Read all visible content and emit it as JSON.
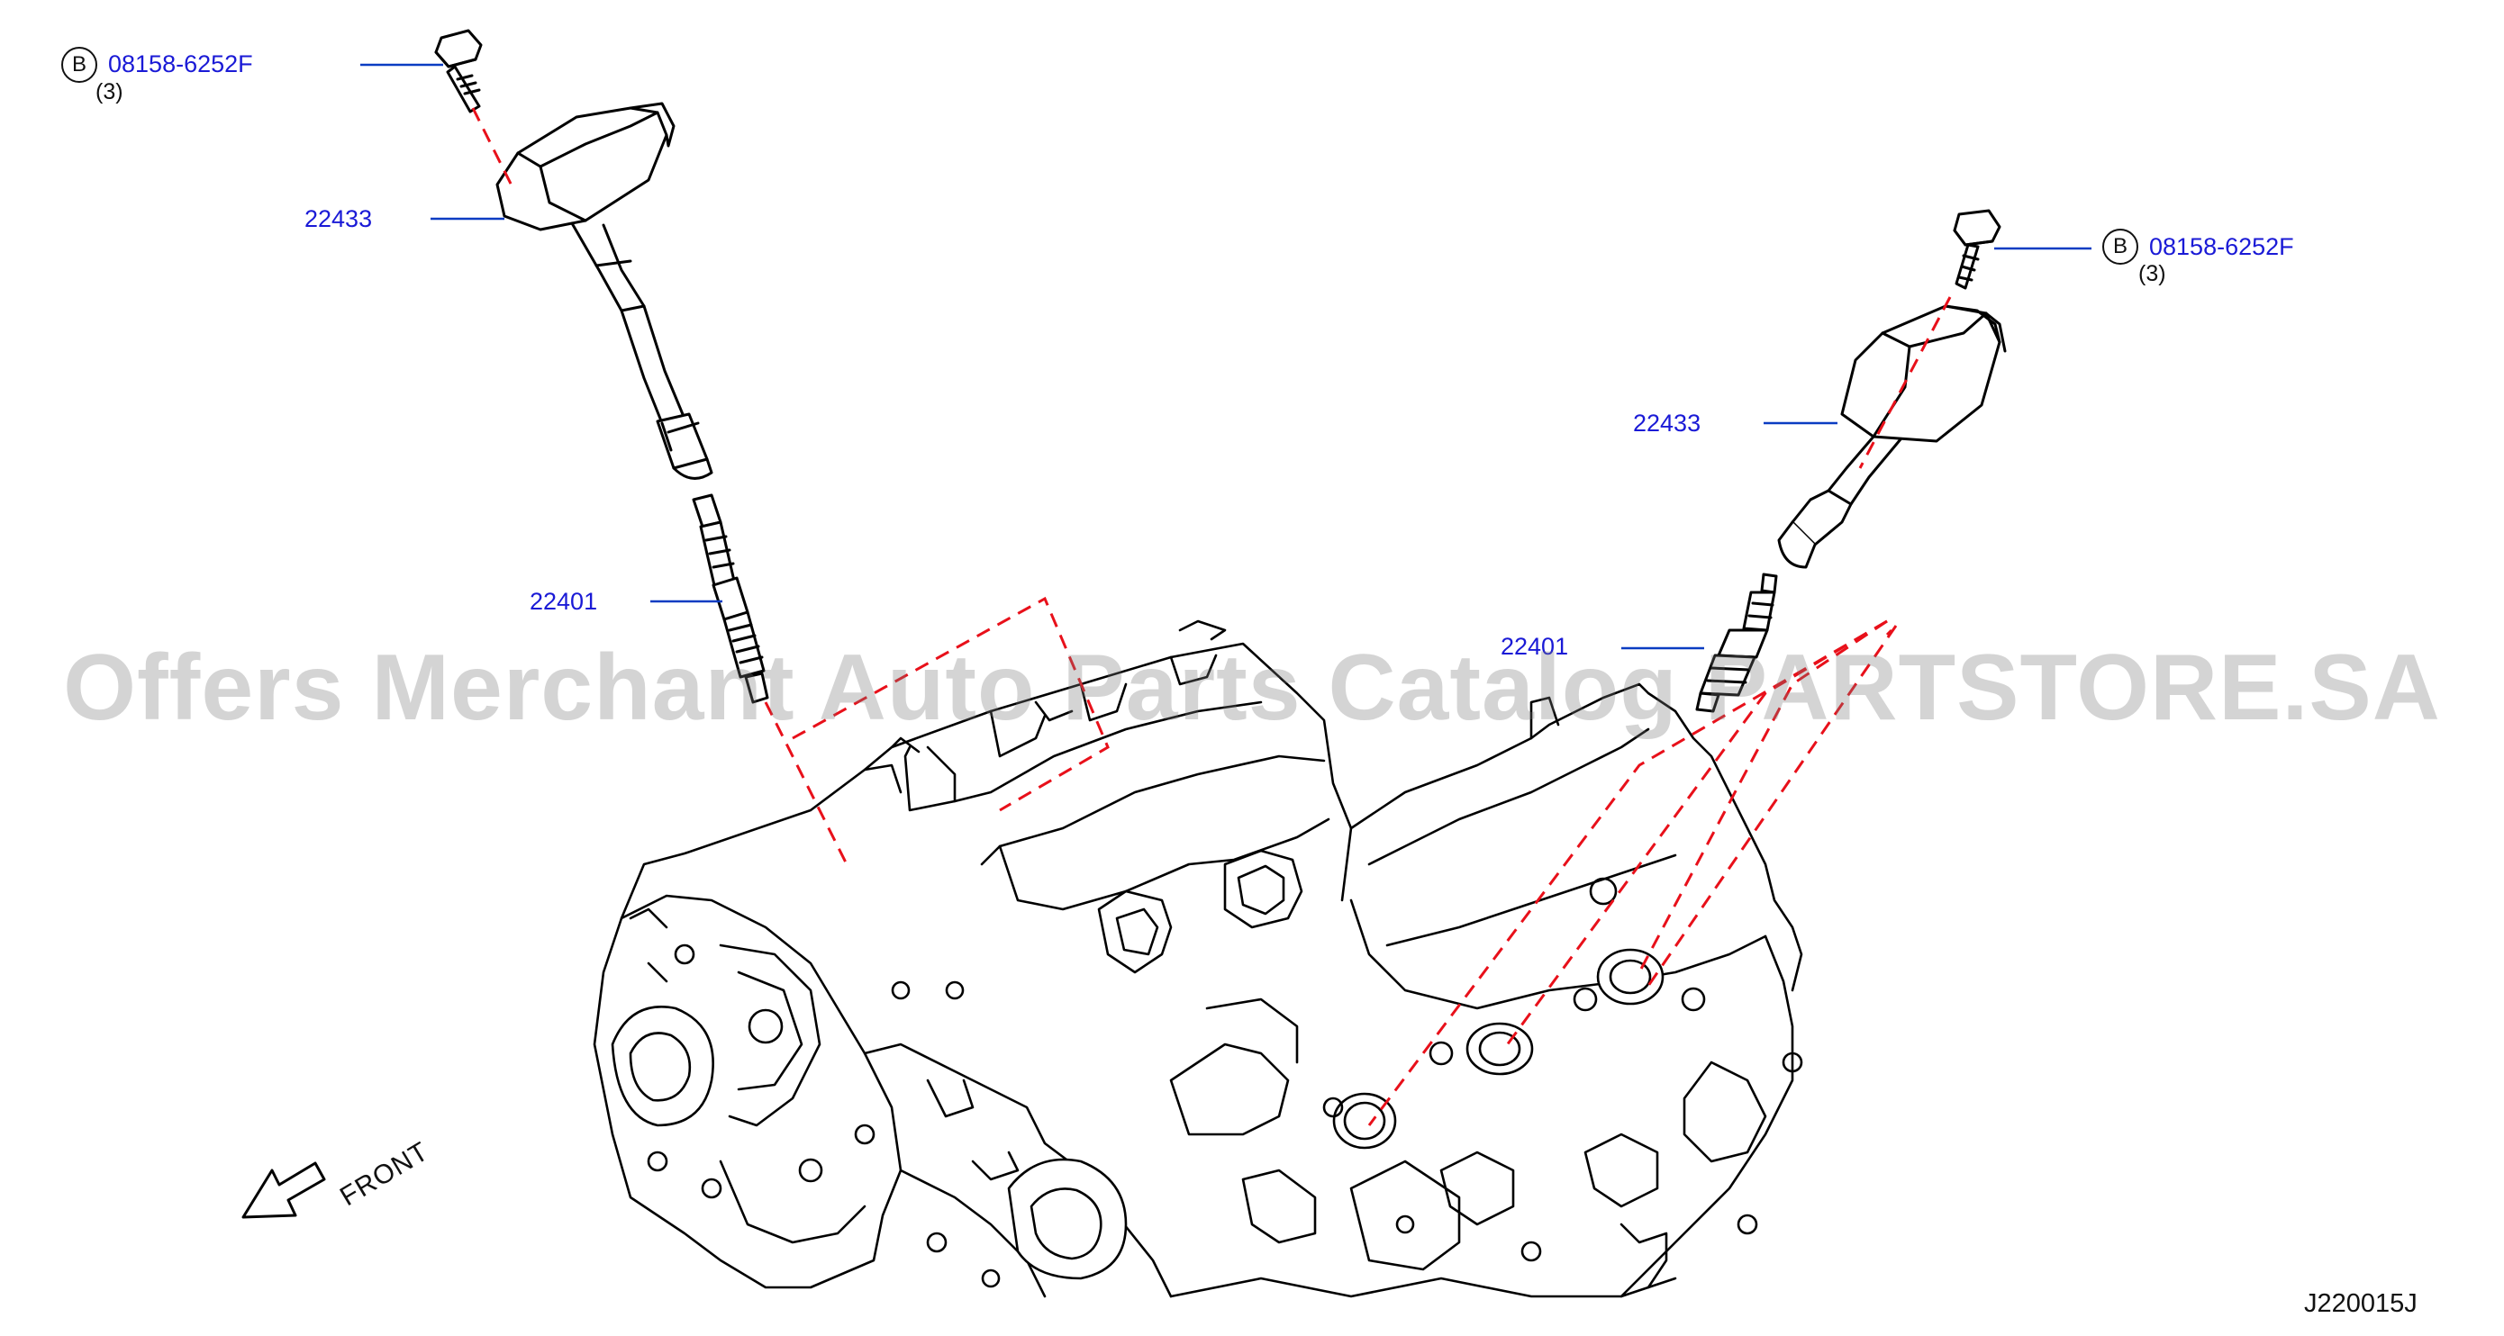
{
  "watermark": "Offers Merchant Auto Parts Catalog PARTSTORE.SA",
  "diagram_code": "J220015J",
  "front_label": "FRONT",
  "callouts": {
    "left_bolt": {
      "badge": "B",
      "part_number": "08158-6252F",
      "quantity": "(3)"
    },
    "left_coil": {
      "part_number": "22433"
    },
    "left_plug": {
      "part_number": "22401"
    },
    "right_bolt": {
      "badge": "B",
      "part_number": "08158-6252F",
      "quantity": "(3)"
    },
    "right_coil": {
      "part_number": "22433"
    },
    "right_plug": {
      "part_number": "22401"
    }
  },
  "colors": {
    "leader_line": "#0a3cc2",
    "dashed_guide": "#e8101a",
    "part_number_text": "#1a1ad6",
    "drawing_line": "#000000"
  }
}
